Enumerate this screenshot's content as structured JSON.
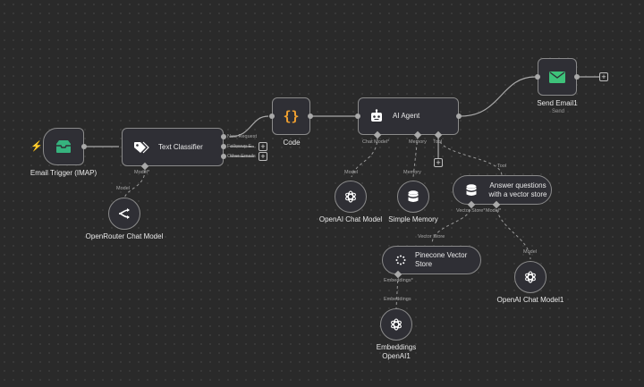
{
  "nodes": {
    "email_trigger": {
      "title": "Email Trigger (IMAP)",
      "icon": "inbox-icon"
    },
    "text_classifier": {
      "title": "Text Classifier",
      "icon": "tag-icon",
      "outputs": [
        "New Request",
        "Followup E...",
        "Other Emails"
      ],
      "input_port": "Model*"
    },
    "code": {
      "title": "Code",
      "icon": "braces-icon"
    },
    "ai_agent": {
      "title": "AI Agent",
      "icon": "robot-icon",
      "ports": {
        "chat_model": "Chat Model*",
        "memory": "Memory",
        "tool": "Tool"
      }
    },
    "send_email": {
      "title": "Send Email1",
      "subtitle": "Send",
      "icon": "mail-icon"
    },
    "openrouter": {
      "title": "OpenRouter Chat Model",
      "port_label": "Model",
      "icon": "openrouter-icon"
    },
    "openai_chat": {
      "title": "OpenAI Chat Model",
      "port_label": "Model",
      "icon": "openai-icon"
    },
    "simple_memory": {
      "title": "Simple Memory",
      "port_label": "Memory",
      "icon": "database-icon"
    },
    "answer_tool": {
      "title": "Answer questions with a vector store",
      "port_label": "Tool",
      "icon": "database-icon",
      "ports": {
        "vector_store": "Vector Store*",
        "model": "Model*"
      }
    },
    "pinecone": {
      "title": "Pinecone Vector Store",
      "port_label": "Vector Store",
      "icon": "pinecone-icon",
      "ports": {
        "embeddings": "Embeddings*"
      }
    },
    "openai_chat_1": {
      "title": "OpenAI Chat Model1",
      "port_label": "Model",
      "icon": "openai-icon"
    },
    "embeddings": {
      "title": "Embeddings OpenAI1",
      "port_label": "Embeddings",
      "icon": "openai-icon"
    }
  },
  "colors": {
    "canvas": "#2a2a2a",
    "node_bg": "#2f2f35",
    "node_border": "#8a8a8a",
    "edge": "#a9a9a9",
    "trigger_bolt": "#ff6d5a",
    "inbox_green": "#36b37e",
    "tag_white": "#ffffff",
    "code_orange": "#f0a030",
    "mail_green": "#3ec27a"
  }
}
